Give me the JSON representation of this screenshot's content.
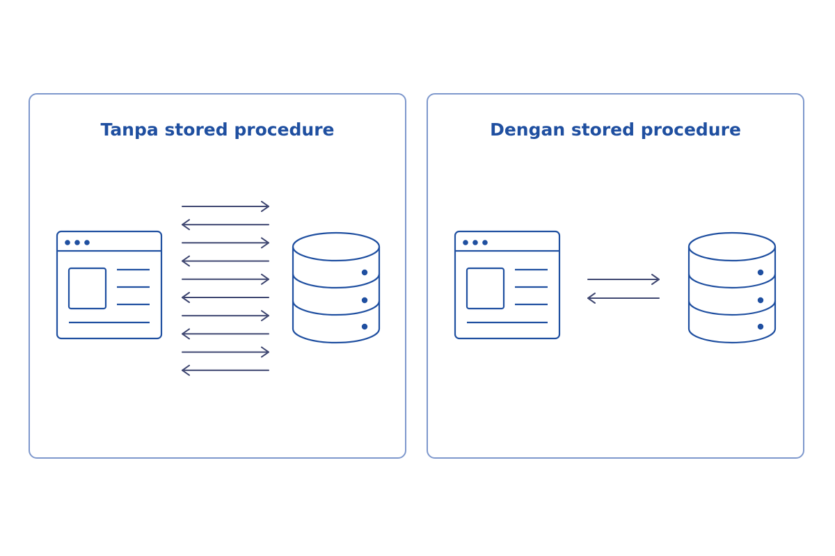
{
  "colors": {
    "accent": "#1f4fa0",
    "border": "#7d97cc",
    "arrow": "#3e4670",
    "dot": "#1f4fa0"
  },
  "panels": [
    {
      "title": "Tanpa stored procedure",
      "client_icon": "browser-window-icon",
      "server_icon": "database-icon",
      "arrows": [
        "right",
        "left",
        "right",
        "left",
        "right",
        "left",
        "right",
        "left",
        "right",
        "left"
      ]
    },
    {
      "title": "Dengan stored procedure",
      "client_icon": "browser-window-icon",
      "server_icon": "database-icon",
      "arrows": [
        "right",
        "left"
      ]
    }
  ]
}
